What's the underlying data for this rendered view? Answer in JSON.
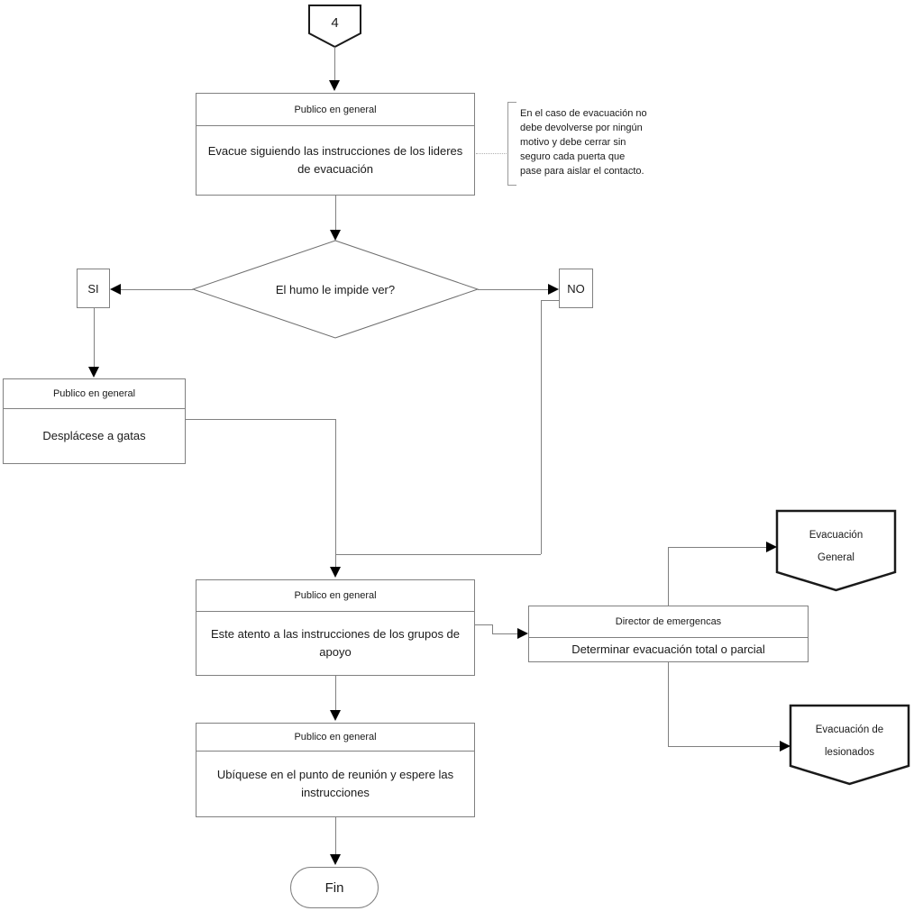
{
  "diagram": {
    "type": "flowchart",
    "language": "es",
    "connector_in": {
      "label": "4"
    },
    "steps": {
      "evacue": {
        "actor": "Publico en general",
        "action": "Evacue siguiendo las instrucciones de los lideres de evacuación"
      },
      "note": "En el caso de evacuación no debe devolverse por ningún motivo y debe cerrar sin seguro cada puerta que pase para aislar el contacto.",
      "decision": {
        "question": "El humo le impide ver?",
        "yes_label": "SI",
        "no_label": "NO"
      },
      "desplacese": {
        "actor": "Publico en general",
        "action": "Desplácese a gatas"
      },
      "este_atento": {
        "actor": "Publico en general",
        "action": "Este atento a las instrucciones de los grupos de apoyo"
      },
      "director": {
        "actor": "Director de emergencas",
        "action": "Determinar evacuación total o parcial"
      },
      "evacuacion_general": {
        "line1": "Evacuación",
        "line2": "General"
      },
      "evacuacion_lesionados": {
        "line1": "Evacuación de",
        "line2": "lesionados"
      },
      "ubiquese": {
        "actor": "Publico en general",
        "action": "Ubíquese en el punto de reunión y espere las instrucciones"
      },
      "fin": {
        "label": "Fin"
      }
    },
    "colors": {
      "background": "#ffffff",
      "box_border": "#808080",
      "connector_line": "#808080",
      "arrowhead": "#000000",
      "offpage_border": "#1a1a1a",
      "text": "#000000"
    }
  }
}
